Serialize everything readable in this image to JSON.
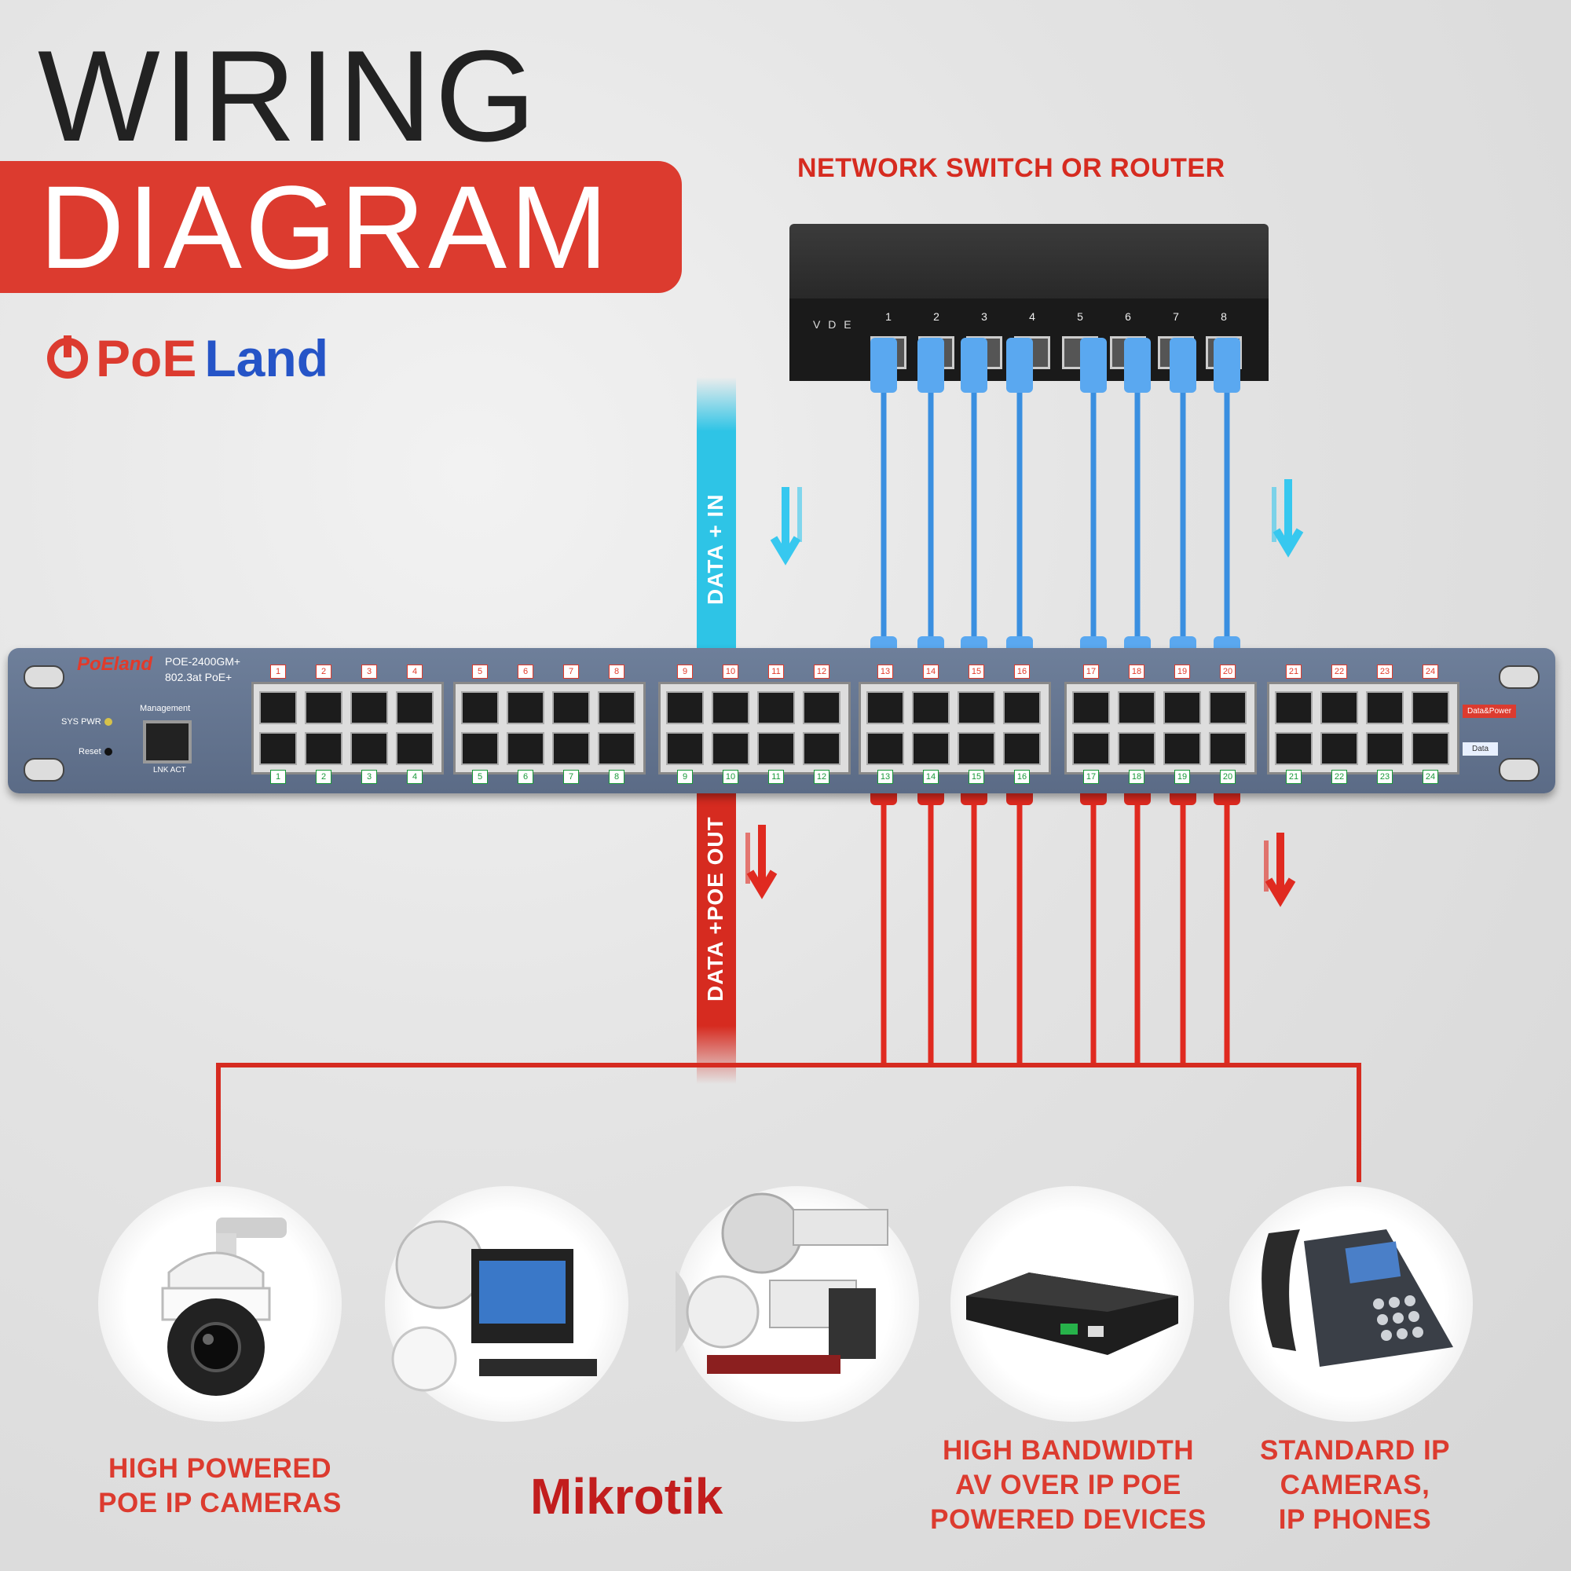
{
  "title": {
    "line1": "WIRING",
    "line2": "DIAGRAM"
  },
  "brand": {
    "poe": "PoE",
    "land": "Land"
  },
  "network_label": "NETWORK SWITCH OR ROUTER",
  "router": {
    "indicator": "V D E",
    "ports": [
      "1",
      "2",
      "3",
      "4",
      "5",
      "6",
      "7",
      "8"
    ]
  },
  "flow": {
    "data_in": "DATA + IN",
    "data_poe_out": "DATA +POE OUT",
    "in_color": "#2ec4e6",
    "out_color": "#d62b20"
  },
  "panel": {
    "logo": "PoEland",
    "model_line1": "POE-2400GM+",
    "model_line2": "802.3at PoE+",
    "sys_pwr": "SYS PWR",
    "reset": "Reset",
    "management": "Management",
    "lnk_act": "LNK ACT",
    "data_power_tag": "Data&Power",
    "data_tag": "Data",
    "port_numbers": [
      "1",
      "2",
      "3",
      "4",
      "5",
      "6",
      "7",
      "8",
      "9",
      "10",
      "11",
      "12",
      "13",
      "14",
      "15",
      "16",
      "17",
      "18",
      "19",
      "20",
      "21",
      "22",
      "23",
      "24"
    ]
  },
  "devices": {
    "cat1": [
      "HIGH POWERED",
      "POE IP CAMERAS"
    ],
    "mikrotik": "Mikrotik",
    "cat3": [
      "HIGH BANDWIDTH",
      "AV OVER IP POE",
      "POWERED DEVICES"
    ],
    "cat4": [
      "STANDARD IP",
      "CAMERAS,",
      "IP PHONES"
    ]
  },
  "colors": {
    "accent_red": "#dc3b2f",
    "cable_blue": "#3a8fe0",
    "cable_red": "#e02a20",
    "brand_blue": "#2554c7"
  }
}
